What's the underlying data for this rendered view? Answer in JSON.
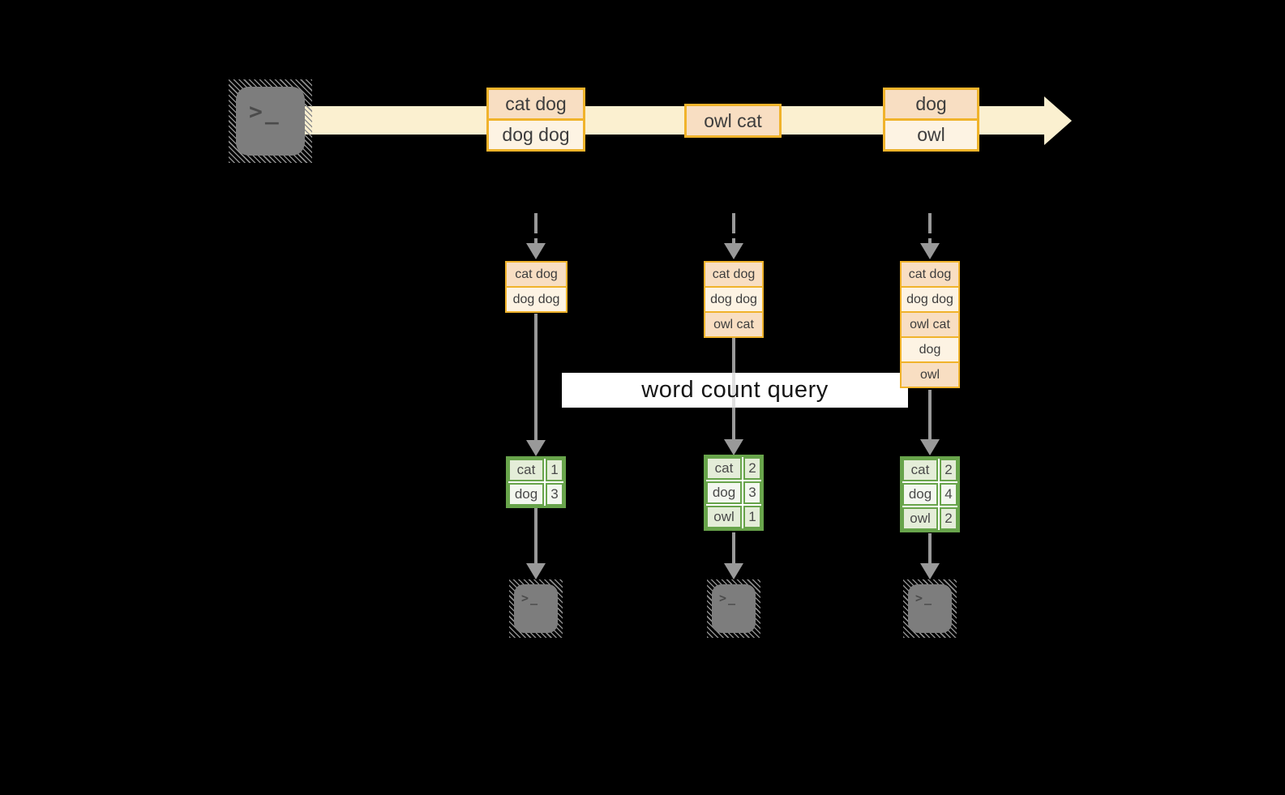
{
  "query": {
    "label": "word count query"
  },
  "icons": {
    "terminal_glyph": ">_"
  },
  "stream": {
    "events": [
      {
        "rows": [
          "cat dog",
          "dog dog"
        ]
      },
      {
        "rows": [
          "owl cat"
        ]
      },
      {
        "rows": [
          "dog",
          "owl"
        ]
      }
    ]
  },
  "columns": [
    {
      "buffer": [
        "cat dog",
        "dog dog"
      ],
      "counts": [
        {
          "word": "cat",
          "count": "1"
        },
        {
          "word": "dog",
          "count": "3"
        }
      ]
    },
    {
      "buffer": [
        "cat dog",
        "dog dog",
        "owl cat"
      ],
      "counts": [
        {
          "word": "cat",
          "count": "2"
        },
        {
          "word": "dog",
          "count": "3"
        },
        {
          "word": "owl",
          "count": "1"
        }
      ]
    },
    {
      "buffer": [
        "cat dog",
        "dog dog",
        "owl cat",
        "dog",
        "owl"
      ],
      "counts": [
        {
          "word": "cat",
          "count": "2"
        },
        {
          "word": "dog",
          "count": "4"
        },
        {
          "word": "owl",
          "count": "2"
        }
      ]
    }
  ],
  "colors": {
    "event_fill_dark": "#F8DEC2",
    "event_fill_light": "#FDF3E3",
    "event_border": "#F0B32B",
    "stream_band": "#FBF0D0",
    "table_border": "#68A44B",
    "table_fill_dark": "#E4EDD8",
    "table_fill_light": "#F3F7EF",
    "arrow_gray": "#999999",
    "terminal_gray": "#7D7D7D",
    "background": "#000000"
  }
}
